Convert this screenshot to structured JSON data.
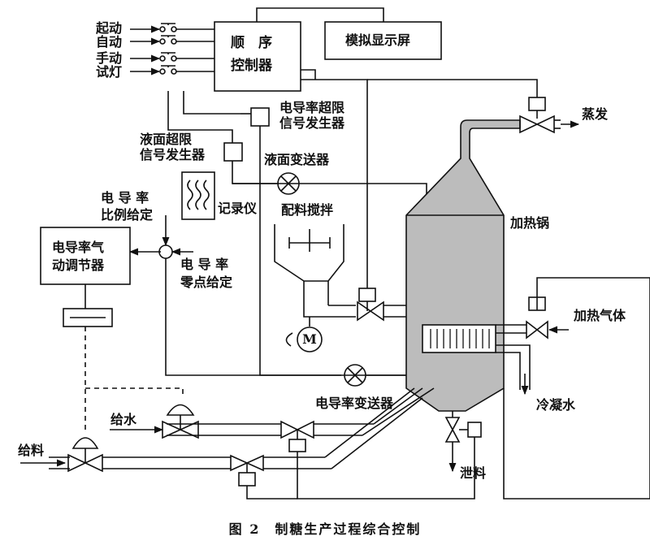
{
  "switch_labels": [
    "起动",
    "自动",
    "手动",
    "试灯"
  ],
  "controller": {
    "line1": "顺　序",
    "line2": "控制器"
  },
  "display_screen": "模拟显示屏",
  "conductivity_alarm": {
    "line1": "电导率超限",
    "line2": "信号发生器"
  },
  "level_alarm": {
    "line1": "液面超限",
    "line2": "信号发生器"
  },
  "level_transmitter": "液面变送器",
  "recorder": "记录仪",
  "mixing": "配料搅拌",
  "conductivity_ratio": {
    "line1": "电 导 率",
    "line2": "比例给定"
  },
  "pneumatic_regulator": {
    "line1": "电导率气",
    "line2": "动调节器"
  },
  "conductivity_zero": {
    "line1": "电 导 率",
    "line2": "零点给定"
  },
  "evaporate": "蒸发",
  "heating_pot": "加热锅",
  "heating_gas": "加热气体",
  "condensate": "冷凝水",
  "conductivity_transmitter": "电导率变送器",
  "water_supply": "给水",
  "feed": "给料",
  "discharge": "泄料",
  "motor": "M",
  "caption": "图 2　制糖生产过程综合控制"
}
